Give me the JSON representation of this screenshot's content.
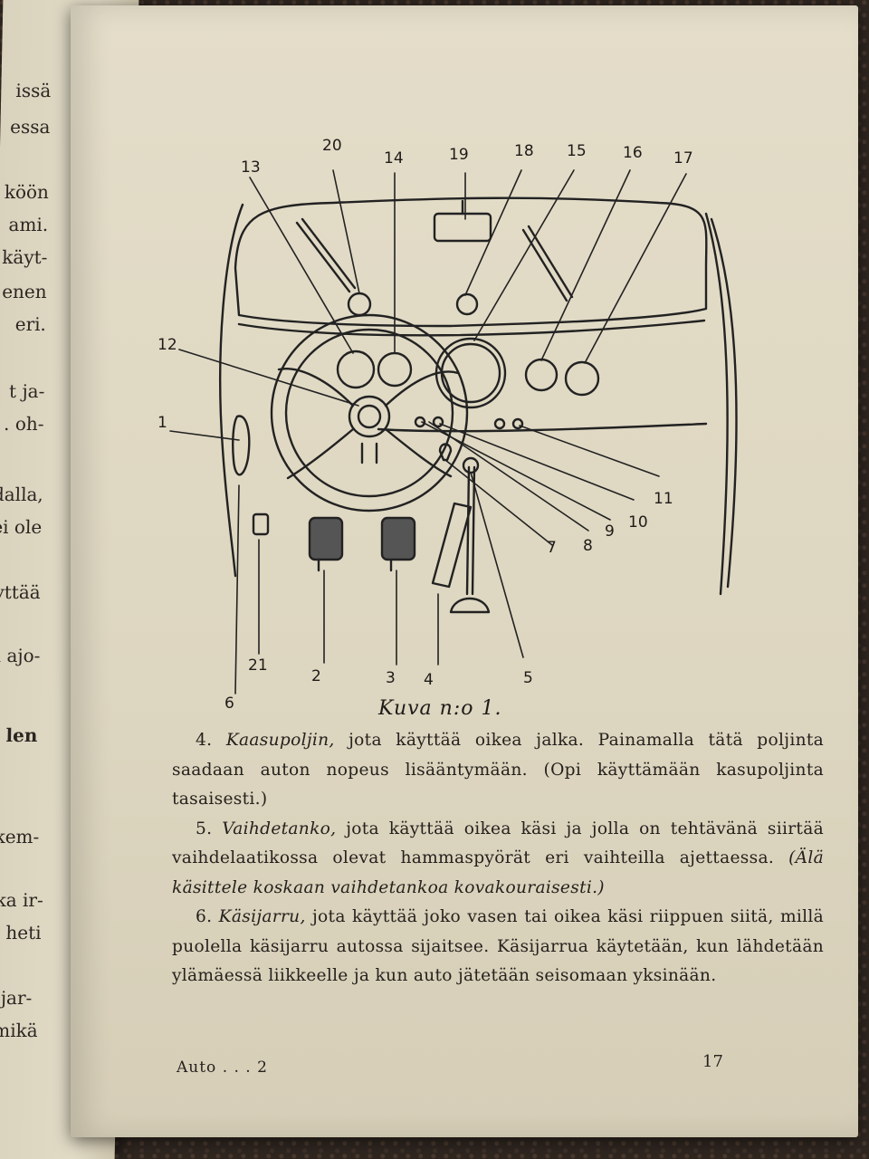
{
  "left_page": {
    "fragments": [
      "issä",
      "essa",
      "köön",
      "ami.",
      "käyt-",
      "enen",
      "eri.",
      "t ja-",
      ". oh-",
      "dalla,",
      "ei ole",
      "yttää",
      "n ajo-",
      "len",
      "rkem-",
      "oka ir-",
      "le heti",
      "a jar-",
      ", mikä"
    ]
  },
  "figure": {
    "callouts": [
      "1",
      "2",
      "3",
      "4",
      "5",
      "6",
      "7",
      "8",
      "9",
      "10",
      "11",
      "12",
      "13",
      "14",
      "15",
      "16",
      "17",
      "18",
      "19",
      "20",
      "21"
    ],
    "caption": "Kuva n:o 1."
  },
  "paragraphs": [
    {
      "number": "4.",
      "term": "Kaasupoljin,",
      "text": "jota käyttää oikea jalka. Painamalla tätä poljinta saadaan auton nopeus lisääntymään. (Opi käyttämään kasupoljinta tasaisesti.)"
    },
    {
      "number": "5.",
      "term": "Vaihdetanko,",
      "text": "jota käyttää oikea käsi ja jolla on tehtävänä siirtää vaihdelaatikossa olevat hammaspyörät eri vaihteilla ajettaessa.",
      "italic_note": "(Älä käsittele koskaan vaihdetankoa kovakouraisesti.)"
    },
    {
      "number": "6.",
      "term": "Käsijarru,",
      "text": "jota käyttää joko vasen tai oikea käsi riippuen siitä, millä puolella käsijarru autossa sijaitsee. Käsijarrua käytetään, kun lähdetään ylämäessä liikkeelle ja kun auto jätetään seisomaan yksinään."
    }
  ],
  "footer": {
    "signature": "Auto . . . 2",
    "page_number": "17"
  }
}
